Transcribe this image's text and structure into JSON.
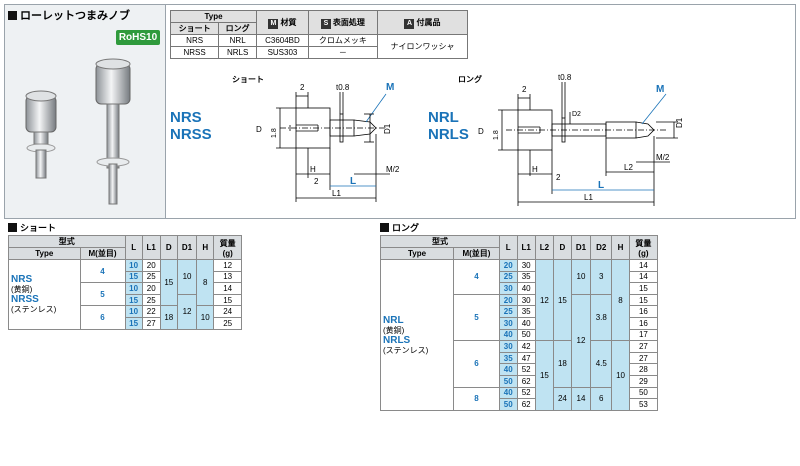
{
  "product": {
    "title": "ローレットつまみノブ",
    "rohs": "RoHS10"
  },
  "spec": {
    "head_type": "Type",
    "head_short": "ショート",
    "head_long": "ロング",
    "tag_m": "M",
    "head_material": "材質",
    "tag_s": "S",
    "head_surface": "表面処理",
    "tag_a": "A",
    "head_accessory": "付属品",
    "rows": [
      {
        "short": "NRS",
        "long": "NRL",
        "material": "C3604BD",
        "surface": "クロムメッキ"
      },
      {
        "short": "NRSS",
        "long": "NRLS",
        "material": "SUS303",
        "surface": "－"
      }
    ],
    "accessory": "ナイロンワッシャ"
  },
  "drawing": {
    "short_caption": "ショート",
    "long_caption": "ロング",
    "short_types": [
      "NRS",
      "NRSS"
    ],
    "long_types": [
      "NRL",
      "NRLS"
    ],
    "labels": {
      "two": "2",
      "t08": "t0.8",
      "M": "M",
      "D": "D",
      "d18": "1.8",
      "D1": "D1",
      "H": "H",
      "L": "L",
      "L1": "L1",
      "L2": "L2",
      "M2": "M/2",
      "D2": "D2"
    }
  },
  "short_table": {
    "header": "ショート",
    "col_model": "型式",
    "col_type": "Type",
    "col_m": "M(並目)",
    "col_L": "L",
    "col_L1": "L1",
    "col_D": "D",
    "col_D1": "D1",
    "col_H": "H",
    "col_mass": "質量",
    "col_mass_unit": "(g)",
    "type1": "NRS",
    "type1_sub": "(黄銅)",
    "type2": "NRSS",
    "type2_sub": "(ステンレス)",
    "m_values": [
      "4",
      "5",
      "6"
    ],
    "rows": [
      {
        "L": "10",
        "L1": "20",
        "mass": "12"
      },
      {
        "L": "15",
        "L1": "25",
        "mass": "13"
      },
      {
        "L": "10",
        "L1": "20",
        "mass": "14"
      },
      {
        "L": "15",
        "L1": "25",
        "mass": "15"
      },
      {
        "L": "10",
        "L1": "22",
        "mass": "24"
      },
      {
        "L": "15",
        "L1": "27",
        "mass": "25"
      }
    ],
    "D_values": [
      "15",
      "18"
    ],
    "D1_values": [
      "10",
      "12"
    ],
    "H_values": [
      "8",
      "10"
    ]
  },
  "long_table": {
    "header": "ロング",
    "col_model": "型式",
    "col_type": "Type",
    "col_m": "M(並目)",
    "col_L": "L",
    "col_L1": "L1",
    "col_L2": "L2",
    "col_D": "D",
    "col_D1": "D1",
    "col_D2": "D2",
    "col_H": "H",
    "col_mass": "質量",
    "col_mass_unit": "(g)",
    "type1": "NRL",
    "type1_sub": "(黄銅)",
    "type2": "NRLS",
    "type2_sub": "(ステンレス)",
    "m_values": [
      "4",
      "5",
      "6",
      "8"
    ],
    "rows": [
      {
        "L": "20",
        "L1": "30",
        "mass": "14"
      },
      {
        "L": "25",
        "L1": "35",
        "mass": "14"
      },
      {
        "L": "30",
        "L1": "40",
        "mass": "15"
      },
      {
        "L": "20",
        "L1": "30",
        "mass": "15"
      },
      {
        "L": "25",
        "L1": "35",
        "mass": "16"
      },
      {
        "L": "30",
        "L1": "40",
        "mass": "16"
      },
      {
        "L": "40",
        "L1": "50",
        "mass": "17"
      },
      {
        "L": "30",
        "L1": "42",
        "mass": "27"
      },
      {
        "L": "35",
        "L1": "47",
        "mass": "27"
      },
      {
        "L": "40",
        "L1": "52",
        "mass": "28"
      },
      {
        "L": "50",
        "L1": "62",
        "mass": "29"
      },
      {
        "L": "40",
        "L1": "52",
        "mass": "50"
      },
      {
        "L": "50",
        "L1": "62",
        "mass": "53"
      }
    ],
    "L2_values": [
      "12",
      "15"
    ],
    "D_values": [
      "15",
      "18",
      "24"
    ],
    "D1_values": [
      "10",
      "12",
      "14"
    ],
    "D2_values": [
      "3",
      "3.8",
      "4.5",
      "6"
    ],
    "H_values": [
      "8",
      "10"
    ]
  }
}
